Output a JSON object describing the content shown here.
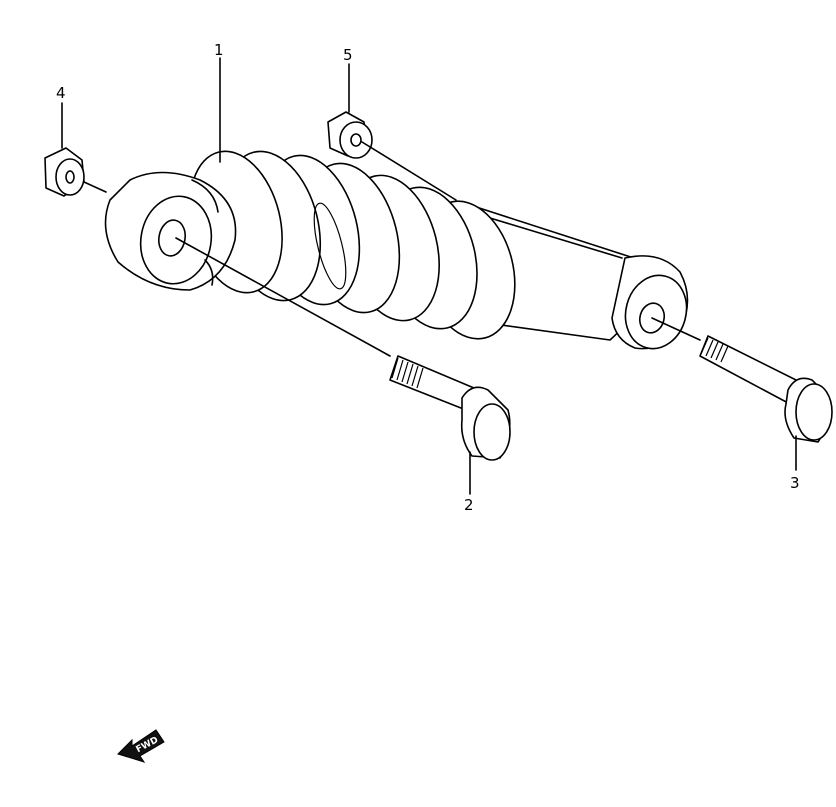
{
  "callouts": [
    {
      "id": "1",
      "label": "1"
    },
    {
      "id": "2",
      "label": "2"
    },
    {
      "id": "3",
      "label": "3"
    },
    {
      "id": "4",
      "label": "4"
    },
    {
      "id": "5",
      "label": "5"
    }
  ],
  "fwd_label": "FWD",
  "icons": [
    "fwd-arrow-icon"
  ]
}
